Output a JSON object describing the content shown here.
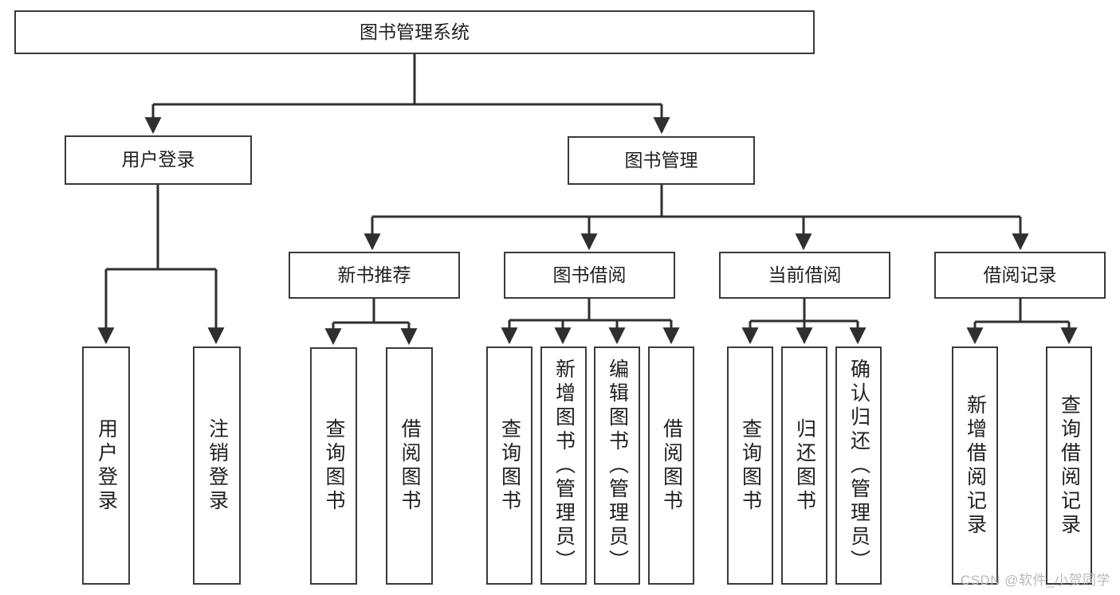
{
  "diagram": {
    "title": "图书管理系统",
    "type": "hierarchy-tree",
    "watermark": "CSDN @软件_小贺同学",
    "colors": {
      "box_border": "#3a3a3a",
      "box_fill": "#ffffff",
      "connector": "#2f2f2f",
      "text": "#1f1f1f",
      "watermark": "#b9b9b9"
    },
    "levels": {
      "root": {
        "label": "图书管理系统"
      },
      "level2": [
        {
          "id": "user-login",
          "label": "用户登录"
        },
        {
          "id": "book-management",
          "label": "图书管理"
        }
      ],
      "level3": [
        {
          "id": "new-book-recommend",
          "label": "新书推荐"
        },
        {
          "id": "book-borrow",
          "label": "图书借阅"
        },
        {
          "id": "current-borrow",
          "label": "当前借阅"
        },
        {
          "id": "borrow-record",
          "label": "借阅记录"
        }
      ],
      "leaves": [
        {
          "id": "leaf-user-login",
          "label": "用户登录",
          "parent": "user-login"
        },
        {
          "id": "leaf-logout-login",
          "label": "注销登录",
          "parent": "user-login"
        },
        {
          "id": "leaf-query-book-1",
          "label": "查询图书",
          "parent": "new-book-recommend"
        },
        {
          "id": "leaf-borrow-book-1",
          "label": "借阅图书",
          "parent": "new-book-recommend"
        },
        {
          "id": "leaf-query-book-2",
          "label": "查询图书",
          "parent": "book-borrow"
        },
        {
          "id": "leaf-add-book",
          "label": "新增图书（管理员）",
          "parent": "book-borrow"
        },
        {
          "id": "leaf-edit-book",
          "label": "编辑图书（管理员）",
          "parent": "book-borrow"
        },
        {
          "id": "leaf-borrow-book-2",
          "label": "借阅图书",
          "parent": "book-borrow"
        },
        {
          "id": "leaf-query-book-3",
          "label": "查询图书",
          "parent": "current-borrow"
        },
        {
          "id": "leaf-return-book",
          "label": "归还图书",
          "parent": "current-borrow"
        },
        {
          "id": "leaf-confirm-return",
          "label": "确认归还（管理员）",
          "parent": "current-borrow"
        },
        {
          "id": "leaf-add-record",
          "label": "新增借阅记录",
          "parent": "borrow-record"
        },
        {
          "id": "leaf-query-record",
          "label": "查询借阅记录",
          "parent": "borrow-record"
        }
      ]
    }
  }
}
